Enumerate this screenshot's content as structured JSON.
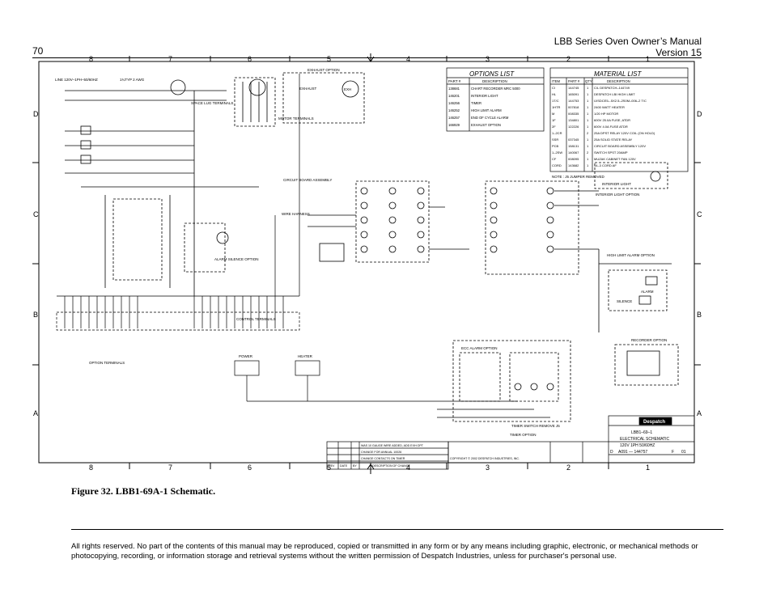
{
  "header": {
    "page_number": "70",
    "manual_title": "LBB Series Oven Owner’s Manual",
    "version": "Version 15"
  },
  "schematic": {
    "border_cols": [
      "8",
      "7",
      "6",
      "5",
      "4",
      "3",
      "2",
      "1"
    ],
    "border_rows": [
      "D",
      "C",
      "B",
      "A"
    ],
    "line_supply": "LINE 120V–1PH–50/60HZ",
    "wire_2awg": "1¾TYP 2 AWG",
    "motor_terminals": "MOTOR TERMINALS",
    "exhaust_option": "EXHAUST OPTION",
    "exhaust_label": "EXHAUST",
    "exh_label": "EXH",
    "space_lug_terminals": "SPACE LUG TERMINALS",
    "circuit_board": "CIRCUIT BOARD ASSEMBLY",
    "wire_harness": "WIRE HARNESS",
    "alarm_silence": "ALARM SILENCE OPTION",
    "control_terminals": "CONTROL TERMINALS",
    "option_terminals": "OPTION TERMINALS",
    "power_label": "POWER",
    "heater_label": "HEATER",
    "timer_switch": "TIMER SWITCH REMOVE J5",
    "timer_option": "TIMER OPTION",
    "ecc_alarm_option": "ECC ALARM OPTION",
    "interior_light_option": "INTERIOR LIGHT OPTION",
    "interior_light": "INTERIOR LIGHT",
    "high_limit_alarm_option": "HIGH LIMIT ALARM OPTION",
    "alarm_label": "ALARM",
    "silence_label": "SILENCE",
    "recorder_option": "RECORDER OPTION",
    "note": "NOTE : J5 JUMPER REMOVED",
    "options_list": {
      "title": "OPTIONS LIST",
      "headers": [
        "PART #",
        "DESCRIPTION"
      ],
      "rows": [
        [
          "138681",
          "CHART RECORDER MRC 5000"
        ],
        [
          "146201",
          "INTERIOR LIGHT"
        ],
        [
          "146256",
          "TIMER"
        ],
        [
          "146252",
          "HIGH LIMIT ALARM"
        ],
        [
          "146257",
          "END OF CYCLE ALARM"
        ],
        [
          "166929",
          "EXHAUST OPTION"
        ]
      ]
    },
    "material_list": {
      "title": "MATERIAL LIST",
      "headers": [
        "ITEM",
        "PART #",
        "QTY",
        "DESCRIPTION"
      ],
      "rows": [
        [
          "CI",
          "144745",
          "1",
          "C/L DESPATCH–144749"
        ],
        [
          "HL",
          "165091",
          "1",
          "DESPATCH LBI HIGH LIMIT"
        ],
        [
          "1T/C",
          "144753",
          "1",
          "IJ/SDCE5–.5X2.5–2S0M–006–2 T/C"
        ],
        [
          "1HTR",
          "007818",
          "1",
          "2400 WATT HEATER"
        ],
        [
          "M",
          "008335",
          "1",
          "1/20 HP MOTOR"
        ],
        [
          "1F",
          "134801",
          "1",
          "600V 25.0A FUSE, ATDR"
        ],
        [
          "2F",
          "122226",
          "1",
          "600V 4.0A FUSE ATDR"
        ],
        [
          "1–2CR",
          "",
          "2",
          "25A DPST RELAY 120V COIL (ON HOLD)"
        ],
        [
          "SSR",
          "037345",
          "1",
          "25A SOLID STATE RELAY"
        ],
        [
          "PCB",
          "158131",
          "1",
          "CIRCUIT BOARD ASSEMBLY 120V"
        ],
        [
          "1–2SW",
          "140067",
          "2",
          "SWITCH SPST 20AMP"
        ],
        [
          "CF",
          "008095",
          "1",
          "MUZAK CABINET FAN 120V"
        ],
        [
          "CORD",
          "143682",
          "1",
          "14–3 CORD AF"
        ]
      ]
    },
    "title_block": {
      "company": "Despatch",
      "drawing_title": "LBB1–69–1",
      "subtitle": "ELECTRICAL SCHEMATIC",
      "rating": "120V 1PH 50/60HZ",
      "size": "D",
      "number": "A091 — 144757",
      "rev": "F",
      "sheet": "01",
      "copyright": "COPYRIGHT © 2002 DESPATCH INDUSTRIES, INC."
    },
    "revisions": [
      [
        "",
        "",
        "",
        "WAS 10 GAUGE WIRE ADDED, ADD EXH OPT"
      ],
      [
        "",
        "",
        "",
        "CHANGE FOR ANNUAL 10026"
      ],
      [
        "",
        "",
        "",
        "CHANGE CONTACTS ON TIMER"
      ]
    ],
    "rev_header": [
      "REV",
      "DATE",
      "BY",
      "DESCRIPTION OF CHANGE"
    ]
  },
  "caption": "Figure 32. LBB1-69A-1 Schematic.",
  "footer": "All rights reserved. No part of the contents of this manual may be reproduced, copied or transmitted in any form or by any means including graphic, electronic, or mechanical methods or photocopying, recording, or information storage and retrieval systems without the written permission of Despatch Industries, unless for purchaser's personal use."
}
